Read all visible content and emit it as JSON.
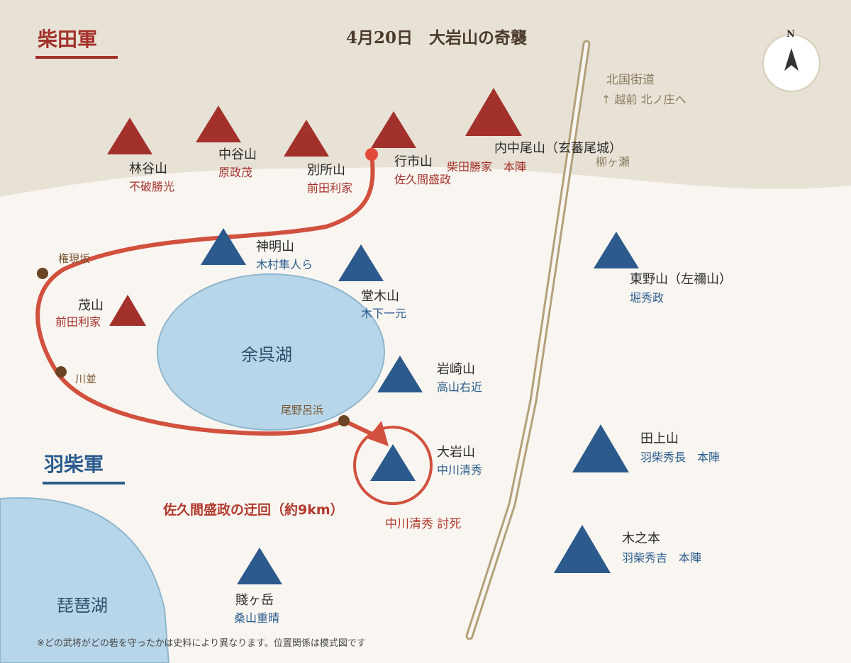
{
  "title": "4月20日　大岩山の奇襲",
  "armies": {
    "shibata": "柴田軍",
    "hashiba": "羽柴軍"
  },
  "colors": {
    "shibata_red": "#a3312b",
    "hashiba_blue": "#2a5b8d",
    "route_red": "#d2503e",
    "land": "#e8e2d6",
    "lake": "#b7d6e9",
    "road": "#b3a17b"
  },
  "compass": {
    "label": "N",
    "icon": "north-arrow-icon"
  },
  "road": {
    "name": "北国街道",
    "direction": "↑ 越前 北ノ庄へ",
    "place": "柳ヶ瀬"
  },
  "lakes": {
    "yogo": "余呉湖",
    "biwa": "琵琶湖"
  },
  "shibata_positions": [
    {
      "mountain": "林谷山",
      "commander": "不破勝光"
    },
    {
      "mountain": "中谷山",
      "commander": "原政茂"
    },
    {
      "mountain": "別所山",
      "commander": "前田利家"
    },
    {
      "mountain": "行市山",
      "commander": "佐久間盛政"
    },
    {
      "mountain": "内中尾山（玄蕃尾城）",
      "commander": "柴田勝家　本陣"
    },
    {
      "mountain": "茂山",
      "commander": "前田利家"
    }
  ],
  "hashiba_positions": [
    {
      "mountain": "神明山",
      "commander": "木村隼人ら"
    },
    {
      "mountain": "堂木山",
      "commander": "木下一元"
    },
    {
      "mountain": "岩崎山",
      "commander": "高山右近"
    },
    {
      "mountain": "大岩山",
      "commander": "中川清秀"
    },
    {
      "mountain": "東野山（左禰山）",
      "commander": "堀秀政"
    },
    {
      "mountain": "田上山",
      "commander": "羽柴秀長　本陣"
    },
    {
      "mountain": "木之本",
      "commander": "羽柴秀吉　本陣"
    },
    {
      "mountain": "賤ヶ岳",
      "commander": "桑山重晴"
    }
  ],
  "waypoints": [
    "権現坂",
    "川並",
    "尾野呂浜"
  ],
  "route_label": "佐久間盛政の迂回（約9km）",
  "death_label": "中川清秀 討死",
  "footnote": "※どの武将がどの砦を守ったかは史料により異なります。位置関係は模式図です"
}
